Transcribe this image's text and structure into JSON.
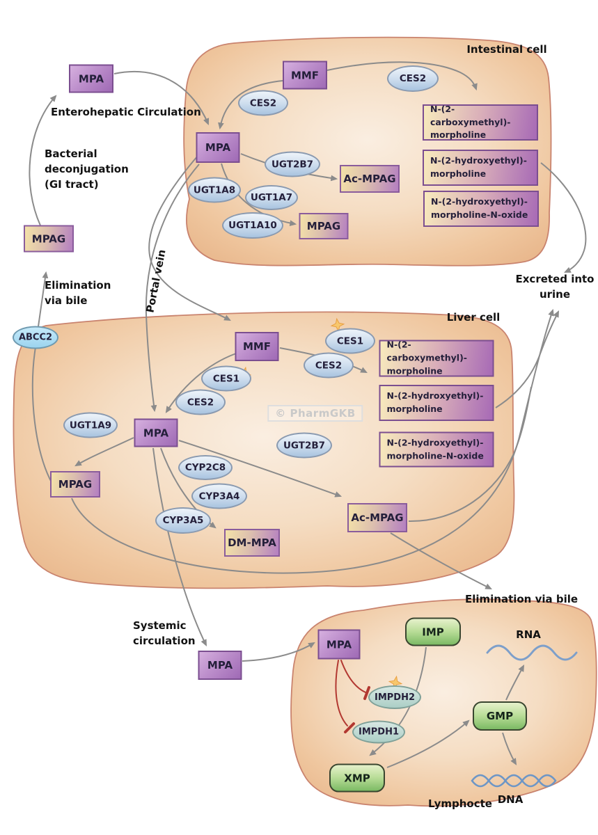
{
  "cells": {
    "intestinal": "Intestinal cell",
    "liver": "Liver cell",
    "lymphocyte": "Lymphocte"
  },
  "watermark": "© PharmGKB",
  "annotations": {
    "enterohepatic": "Enterohepatic Circulation",
    "bacterial": [
      "Bacterial",
      "deconjugation",
      "(GI tract)"
    ],
    "elimination_bile_left": [
      "Elimination",
      "via bile"
    ],
    "portal_vein": "Portal vein",
    "excreted_urine": [
      "Excreted into",
      "urine"
    ],
    "systemic": [
      "Systemic",
      "circulation"
    ],
    "elimination_bile_bottom": "Elimination via bile",
    "rna": "RNA",
    "dna": "DNA"
  },
  "nodes": {
    "mpa_enterohepatic": {
      "label": "MPA"
    },
    "mpag_outside": {
      "label": "MPAG"
    },
    "mmf_intestinal": {
      "label": "MMF"
    },
    "mpa_intestinal": {
      "label": "MPA"
    },
    "acmpag_intestinal": {
      "label": "Ac-MPAG"
    },
    "mpag_intestinal": {
      "label": "MPAG"
    },
    "nbox_int_carboxymethyl": {
      "label": "N-(2-carboxymethyl)-morpholine"
    },
    "nbox_int_hydroxyethyl": {
      "label": "N-(2-hydroxyethyl)-morpholine"
    },
    "nbox_int_noxide": {
      "label": "N-(2-hydroxyethyl)-morpholine-N-oxide"
    },
    "mmf_liver": {
      "label": "MMF"
    },
    "mpa_liver": {
      "label": "MPA"
    },
    "mpag_liver": {
      "label": "MPAG"
    },
    "acmpag_liver": {
      "label": "Ac-MPAG"
    },
    "dm_mpa": {
      "label": "DM-MPA"
    },
    "nbox_liv_carboxymethyl": {
      "label": "N-(2-carboxymethyl)-morpholine"
    },
    "nbox_liv_hydroxyethyl": {
      "label": "N-(2-hydroxyethyl)-morpholine"
    },
    "nbox_liv_noxide": {
      "label": "N-(2-hydroxyethyl)-morpholine-N-oxide"
    },
    "mpa_systemic": {
      "label": "MPA"
    },
    "mpa_lymphocyte": {
      "label": "MPA"
    },
    "imp": {
      "label": "IMP"
    },
    "xmp": {
      "label": "XMP"
    },
    "gmp": {
      "label": "GMP"
    }
  },
  "enzymes": {
    "ces2_intestinal_1": "CES2",
    "ces2_intestinal_2": "CES2",
    "ugt2b7_intestinal": "UGT2B7",
    "ugt1a8": "UGT1A8",
    "ugt1a7": "UGT1A7",
    "ugt1a10": "UGT1A10",
    "ces1_liver_1": "CES1",
    "ces2_liver_1": "CES2",
    "ces1_liver_2": "CES1",
    "ces2_liver_2": "CES2",
    "ugt1a9": "UGT1A9",
    "ugt2b7_liver": "UGT2B7",
    "cyp2c8": "CYP2C8",
    "cyp3a4": "CYP3A4",
    "cyp3a5": "CYP3A5",
    "abcc2": "ABCC2",
    "impdh2": "IMPDH2",
    "impdh1": "IMPDH1"
  },
  "colors": {
    "cell_fill_center": "#faeee1",
    "cell_fill_edge": "#e8b68b",
    "cell_border": "#c9836e",
    "metabolite_purple": "#9f6ab5",
    "metabolite_tan_purple": "#b47fc1",
    "enzyme_blue": "#a9c4e0",
    "transporter_blue": "#9cd4ef",
    "impdh_teal": "#abcec6",
    "nucleotide_green": "#7cba64",
    "arrow_gray": "#8b8b8b",
    "inhibition_red": "#b23831",
    "rna_blue": "#7d9fca",
    "dna_blue": "#6d96c6",
    "variant_star_orange": "#f7c76d"
  }
}
